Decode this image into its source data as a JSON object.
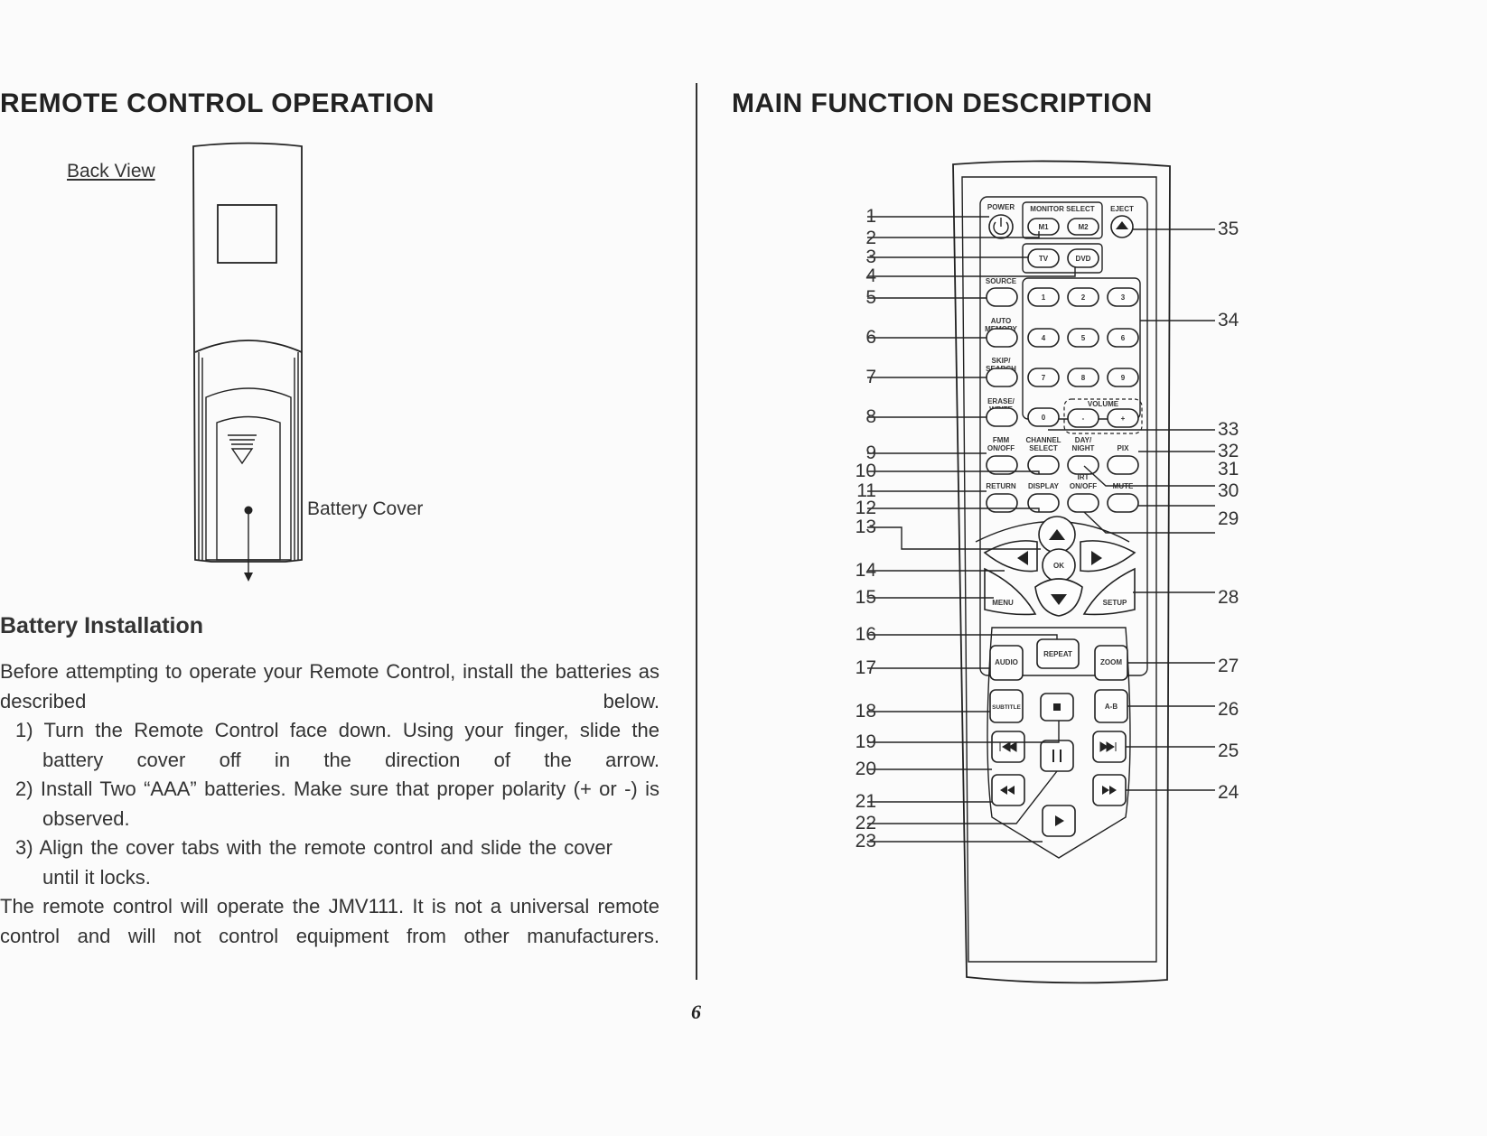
{
  "left": {
    "title": "REMOTE CONTROL OPERATION",
    "back_view_label": "Back View",
    "battery_cover_label": "Battery Cover",
    "subheading": "Battery Installation",
    "intro": "Before attempting to operate your Remote Control, install the batteries as described below.",
    "steps": [
      "1) Turn the Remote Control face down. Using your finger, slide the battery cover off in the direction of the arrow.",
      "2) Install Two “AAA” batteries. Make sure that proper polarity (+ or -) is observed.",
      "3) Align the cover tabs with the remote control and slide the cover until it locks."
    ],
    "closing": "The remote control will operate the JMV111. It is not a universal remote control and will not control equipment from other manufacturers."
  },
  "right": {
    "title": "MAIN FUNCTION DESCRIPTION",
    "callouts_left": [
      "1",
      "2",
      "3",
      "4",
      "5",
      "6",
      "7",
      "8",
      "9",
      "10",
      "11",
      "12",
      "13",
      "14",
      "15",
      "16",
      "17",
      "18",
      "19",
      "20",
      "21",
      "22",
      "23"
    ],
    "callouts_right": [
      "35",
      "34",
      "33",
      "32",
      "31",
      "30",
      "29",
      "28",
      "27",
      "26",
      "25",
      "24"
    ],
    "buttons": {
      "power": "POWER",
      "monitor_select": "MONITOR SELECT",
      "eject": "EJECT",
      "m1": "M1",
      "m2": "M2",
      "tv": "TV",
      "dvd": "DVD",
      "source": "SOURCE",
      "auto": "AUTO",
      "memory": "MEMORY",
      "skip": "SKIP/",
      "search": "SEARCH",
      "erase": "ERASE/",
      "write": "WRITE",
      "volume": "VOLUME",
      "vol_minus": "-",
      "vol_plus": "+",
      "fmm": "FMM",
      "on_off": "ON/OFF",
      "channel": "CHANNEL",
      "select": "SELECT",
      "day": "DAY/",
      "night": "NIGHT",
      "pix": "PIX",
      "irt": "IRT",
      "return": "RETURN",
      "display": "DISPLAY",
      "irt_on_off": "ON/OFF",
      "mute": "MUTE",
      "digits": [
        "1",
        "2",
        "3",
        "4",
        "5",
        "6",
        "7",
        "8",
        "9",
        "0"
      ],
      "ok": "OK",
      "menu": "MENU",
      "setup": "SETUP",
      "repeat": "REPEAT",
      "audio": "AUDIO",
      "zoom": "ZOOM",
      "subtitle": "SUBTITLE",
      "ab": "A-B"
    }
  },
  "page_number": "6"
}
